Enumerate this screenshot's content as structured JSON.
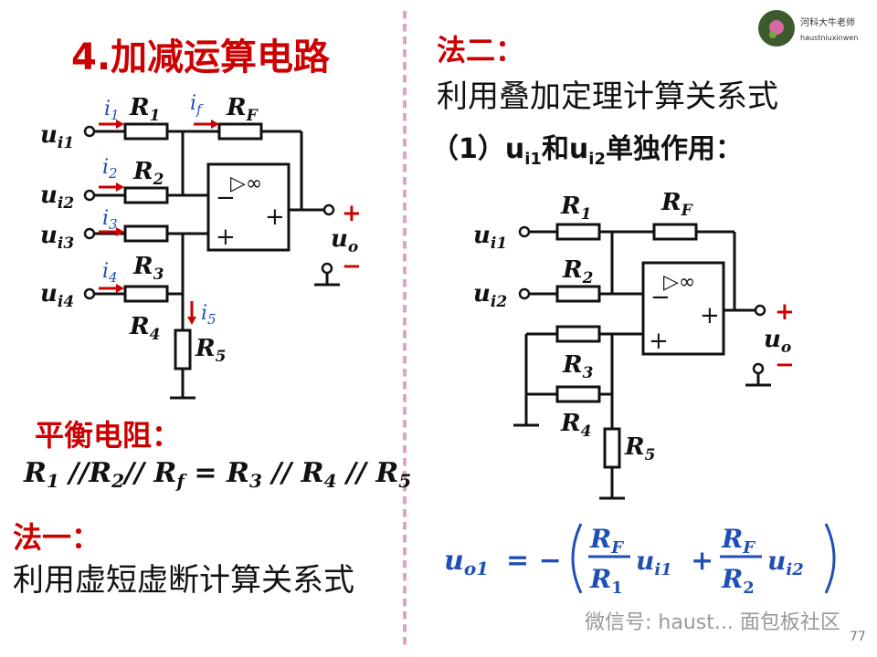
{
  "title": "4.加减运算电路",
  "balance": {
    "label": "平衡电阻：",
    "formula_left": "R₁ //R₂// R_f",
    "formula_right": "R₃ // R₄ // R₅"
  },
  "method1": {
    "label": "法一：",
    "text": "利用虚短虚断计算关系式"
  },
  "method2": {
    "label": "法二：",
    "text": "利用叠加定理计算关系式",
    "step": "（1）u_i1和u_i2单独作用："
  },
  "circuit": {
    "amp_symbol": "▷∞",
    "inputs": [
      "ui1",
      "ui2",
      "ui3",
      "ui4"
    ],
    "currents": [
      "i1",
      "if",
      "i2",
      "i3",
      "i4",
      "i5"
    ],
    "resistors": [
      "R1",
      "RF",
      "R2",
      "R3",
      "R4",
      "R5"
    ],
    "output": "uo"
  },
  "formula": {
    "lhs": "u_o1 = −(R_F/R_1 · u_i1 + R_F/R_2 · u_i2)"
  },
  "logo": {
    "line1": "河科大牛老师",
    "line2": "haustniuxinwen"
  },
  "watermark": "微信号: haust...  面包板社区",
  "page_number": "77",
  "colors": {
    "title": "#cc0000",
    "current": "#1f4fb5",
    "arrow": "#cc0000",
    "wire": "#111111"
  }
}
